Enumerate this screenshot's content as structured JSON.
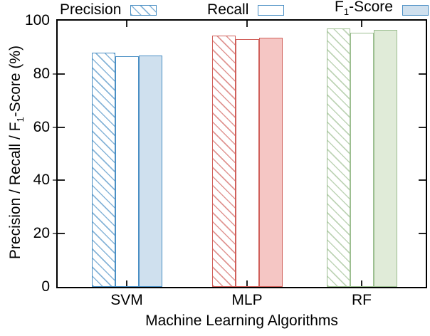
{
  "chart_data": {
    "type": "bar",
    "title": "",
    "xlabel": "Machine Learning Algorithms",
    "ylabel": "Precision / Recall / F1-Score (%)",
    "categories": [
      "SVM",
      "MLP",
      "RF"
    ],
    "series": [
      {
        "name": "Precision",
        "pattern": "diagonal",
        "values": [
          88,
          94.5,
          97
        ]
      },
      {
        "name": "Recall",
        "pattern": "crosshatch",
        "values": [
          86.5,
          93,
          95.5
        ]
      },
      {
        "name": "F1-Score",
        "pattern": "solid",
        "values": [
          87,
          93.5,
          96.5
        ]
      }
    ],
    "group_colors": [
      {
        "category": "SVM",
        "border": "#4a8fc4",
        "fill": "#cfe0ee"
      },
      {
        "category": "MLP",
        "border": "#d0605b",
        "fill": "#f5c6c4"
      },
      {
        "category": "RF",
        "border": "#9dbf91",
        "fill": "#e0ebd8"
      }
    ],
    "ylim": [
      0,
      100
    ],
    "yticks": [
      0,
      20,
      40,
      60,
      80,
      100
    ],
    "legend_position": "top",
    "grid": false
  },
  "legend": {
    "precision_label": "Precision",
    "recall_label": "Recall",
    "f1_prefix": "F",
    "f1_sub": "1",
    "f1_suffix": "-Score"
  },
  "axes": {
    "y_prefix": "Precision / Recall / F",
    "y_sub": "1",
    "y_suffix": "-Score (%)",
    "x_label": "Machine Learning Algorithms"
  }
}
